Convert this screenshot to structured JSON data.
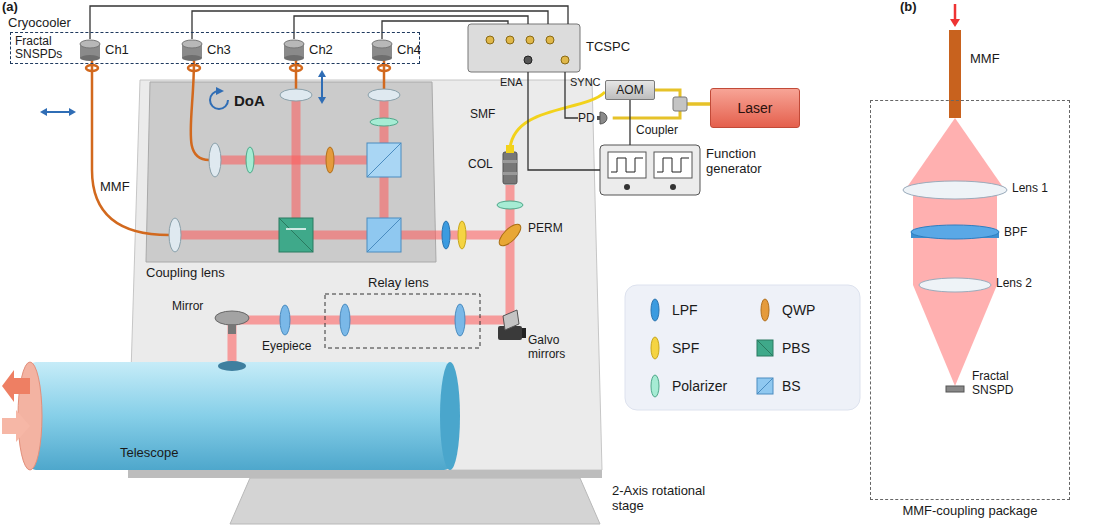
{
  "diagram": {
    "nodes": [
      {
        "text": [
          "Cryocooler",
          "Fractal SNSPDs"
        ]
      },
      {
        "text": [
          "Ch1"
        ],
        "in": 0
      },
      {
        "text": [
          "Ch3"
        ],
        "in": 0
      },
      {
        "text": [
          "Ch2"
        ],
        "in": 0
      },
      {
        "text": [
          "Ch4"
        ],
        "in": 0
      },
      {
        "text": [
          "TCSPC"
        ]
      },
      {
        "text": [
          "PD"
        ]
      },
      {
        "text": [
          "AOM"
        ]
      },
      {
        "text": [
          "Laser"
        ]
      },
      {
        "text": [
          "Function generator"
        ]
      },
      {
        "text": [
          "MMF-coupling package"
        ]
      }
    ],
    "edges": [
      {
        "from": 5,
        "to": 1,
        "arrow": "none"
      },
      {
        "from": 5,
        "to": 2,
        "arrow": "none"
      },
      {
        "from": 5,
        "to": 3,
        "arrow": "none"
      },
      {
        "from": 5,
        "to": 4,
        "arrow": "none"
      },
      {
        "from": 6,
        "to": 5,
        "arrow": "none"
      },
      {
        "from": 8,
        "to": 7,
        "arrow": "none"
      },
      {
        "from": 8,
        "to": 6,
        "arrow": "none"
      },
      {
        "from": 7,
        "to": 9,
        "arrow": "none"
      },
      {
        "from": 9,
        "to": 5,
        "arrow": "none"
      }
    ],
    "labels": [
      "(a)",
      "DoA",
      "MMF",
      "Coupling lens",
      "SMF",
      "COL",
      "PERM",
      "Mirror",
      "Eyepiece",
      "Relay lens",
      "Galvo mirrors",
      "Telescope",
      "2-Axis rotational stage",
      "Coupler",
      "ENA",
      "SYNC",
      "(b)",
      "MMF",
      "Lens 1",
      "BPF",
      "Lens 2",
      "Fractal SNSPD"
    ],
    "legend": [
      {
        "text": "LPF"
      },
      {
        "text": "QWP"
      },
      {
        "text": "SPF"
      },
      {
        "text": "PBS"
      },
      {
        "text": "Polarizer"
      },
      {
        "text": "BS"
      }
    ]
  }
}
